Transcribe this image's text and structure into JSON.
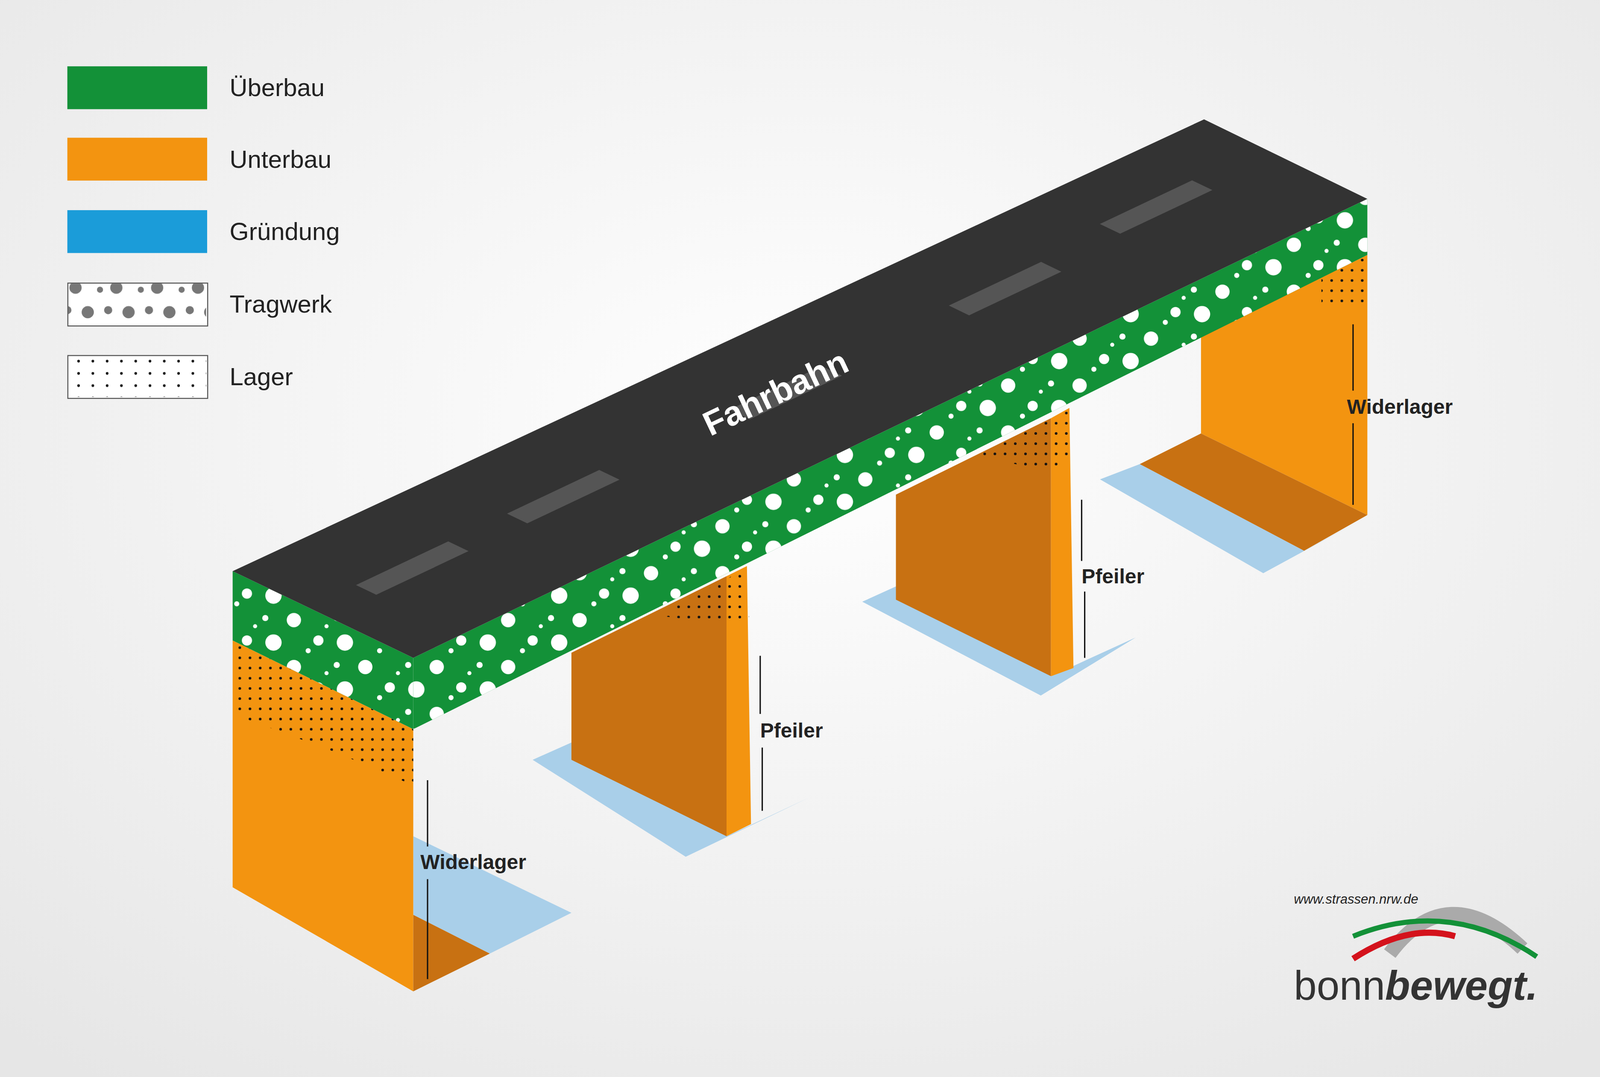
{
  "diagram": {
    "labels": [
      "Fahrbahn",
      "Widerlager",
      "Pfeiler",
      "Pfeiler",
      "Widerlager",
      "www.strassen.nrw.de",
      "bonn",
      "bewegt."
    ],
    "legend": [
      {
        "text": "Überbau",
        "color": "#139138"
      },
      {
        "text": "Unterbau",
        "color": "#f39410"
      },
      {
        "text": "Gründung",
        "color": "#1b9cd9"
      },
      {
        "text": "Tragwerk"
      },
      {
        "text": "Lager"
      }
    ]
  }
}
